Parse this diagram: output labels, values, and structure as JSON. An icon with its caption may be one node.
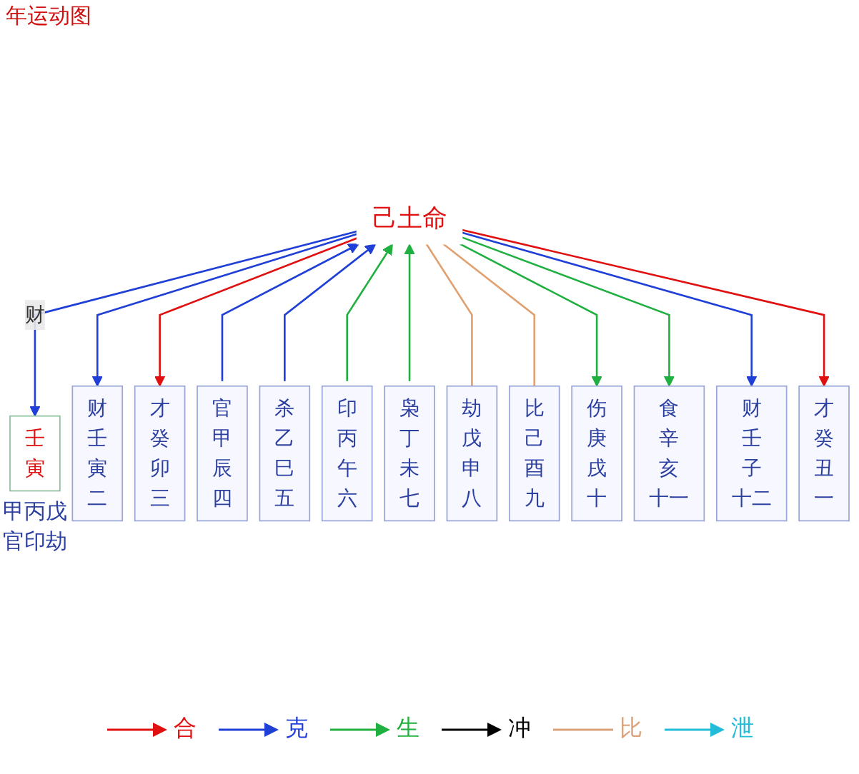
{
  "diagram": {
    "title": "年运动图",
    "nodes": [
      {
        "text": [
          "己土命"
        ]
      },
      {
        "text": [
          "壬",
          "寅"
        ],
        "beside": [
          "甲丙戊",
          "官印劫"
        ]
      },
      {
        "text": [
          "财",
          "壬",
          "寅",
          "二"
        ]
      },
      {
        "text": [
          "才",
          "癸",
          "卯",
          "三"
        ]
      },
      {
        "text": [
          "官",
          "甲",
          "辰",
          "四"
        ]
      },
      {
        "text": [
          "杀",
          "乙",
          "巳",
          "五"
        ]
      },
      {
        "text": [
          "印",
          "丙",
          "午",
          "六"
        ]
      },
      {
        "text": [
          "枭",
          "丁",
          "未",
          "七"
        ]
      },
      {
        "text": [
          "劫",
          "戊",
          "申",
          "八"
        ]
      },
      {
        "text": [
          "比",
          "己",
          "酉",
          "九"
        ]
      },
      {
        "text": [
          "伤",
          "庚",
          "戌",
          "十"
        ]
      },
      {
        "text": [
          "食",
          "辛",
          "亥",
          "十一"
        ]
      },
      {
        "text": [
          "财",
          "壬",
          "子",
          "十二"
        ]
      },
      {
        "text": [
          "才",
          "癸",
          "丑",
          "一"
        ]
      }
    ],
    "edges": [
      {
        "from": 0,
        "to": 1,
        "arrow": "to",
        "label": "财"
      },
      {
        "from": 0,
        "to": 2,
        "arrow": "to"
      },
      {
        "from": 0,
        "to": 3,
        "arrow": "to",
        "color": "#e01010"
      },
      {
        "from": 4,
        "to": 0,
        "arrow": "to"
      },
      {
        "from": 5,
        "to": 0,
        "arrow": "to"
      },
      {
        "from": 6,
        "to": 0,
        "arrow": "to",
        "color": "#20b040"
      },
      {
        "from": 7,
        "to": 0,
        "arrow": "to",
        "color": "#20b040"
      },
      {
        "from": 0,
        "to": 8,
        "arrow": "none",
        "color": "#e0a070"
      },
      {
        "from": 0,
        "to": 9,
        "arrow": "none",
        "color": "#e0a070"
      },
      {
        "from": 0,
        "to": 10,
        "arrow": "to",
        "color": "#20b040"
      },
      {
        "from": 0,
        "to": 11,
        "arrow": "to",
        "color": "#20b040"
      },
      {
        "from": 0,
        "to": 12,
        "arrow": "to"
      },
      {
        "from": 0,
        "to": 13,
        "arrow": "to",
        "color": "#e01010"
      }
    ],
    "legend": [
      {
        "text": "合"
      },
      {
        "text": "克"
      },
      {
        "text": "生"
      },
      {
        "text": "冲"
      },
      {
        "text": "比"
      },
      {
        "text": "泄"
      }
    ]
  }
}
